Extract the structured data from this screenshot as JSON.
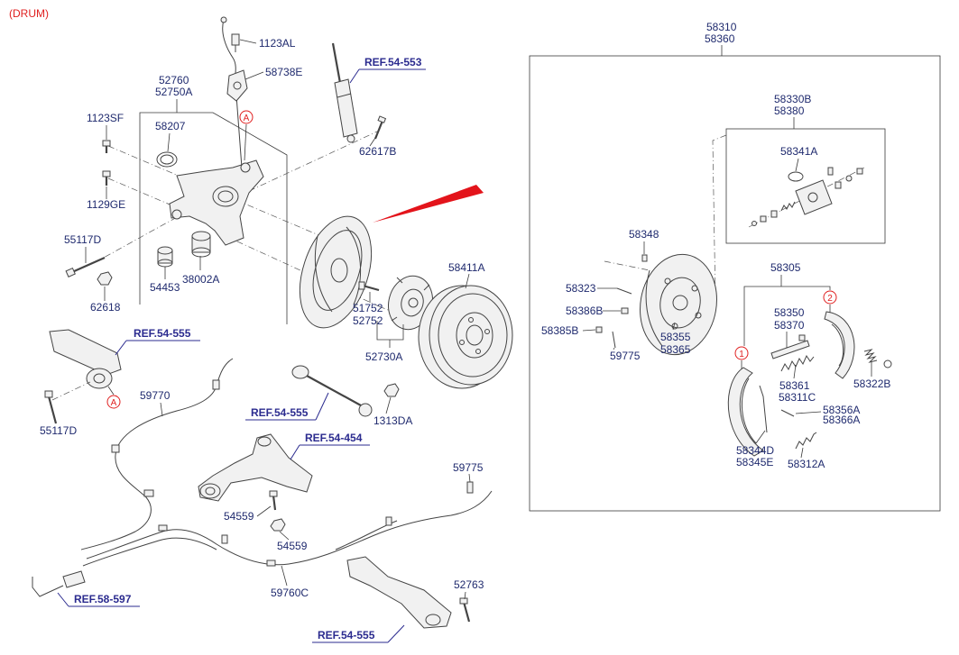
{
  "variant_label": "(DRUM)",
  "left_labels": [
    "1123AL",
    "58738E",
    "52760",
    "52750A",
    "1123SF",
    "58207",
    "62617B",
    "1129GE",
    "55117D",
    "54453",
    "38002A",
    "62618",
    "51752",
    "52752",
    "52730A",
    "58411A",
    "55117D",
    "59770",
    "1313DA",
    "59775",
    "54559",
    "54559",
    "59760C",
    "52763"
  ],
  "ref_labels": [
    "REF.54-553",
    "REF.54-555",
    "REF.54-555",
    "REF.54-454",
    "REF.58-597",
    "REF.54-555"
  ],
  "markers": [
    "A",
    "A",
    "1",
    "2"
  ],
  "box_labels": [
    "58310",
    "58360",
    "58330B",
    "58380",
    "58341A",
    "58348",
    "58305",
    "58323",
    "58386B",
    "58385B",
    "59775",
    "58355",
    "58365",
    "58350",
    "58370",
    "58361",
    "58311C",
    "58322B",
    "58356A",
    "58366A",
    "58344D",
    "58345E",
    "58312A"
  ],
  "colors": {
    "part_label": "#1f2a6e",
    "reference": "#2b2b8f",
    "marker": "#e02020",
    "highlight_wedge": "#e3141b"
  }
}
